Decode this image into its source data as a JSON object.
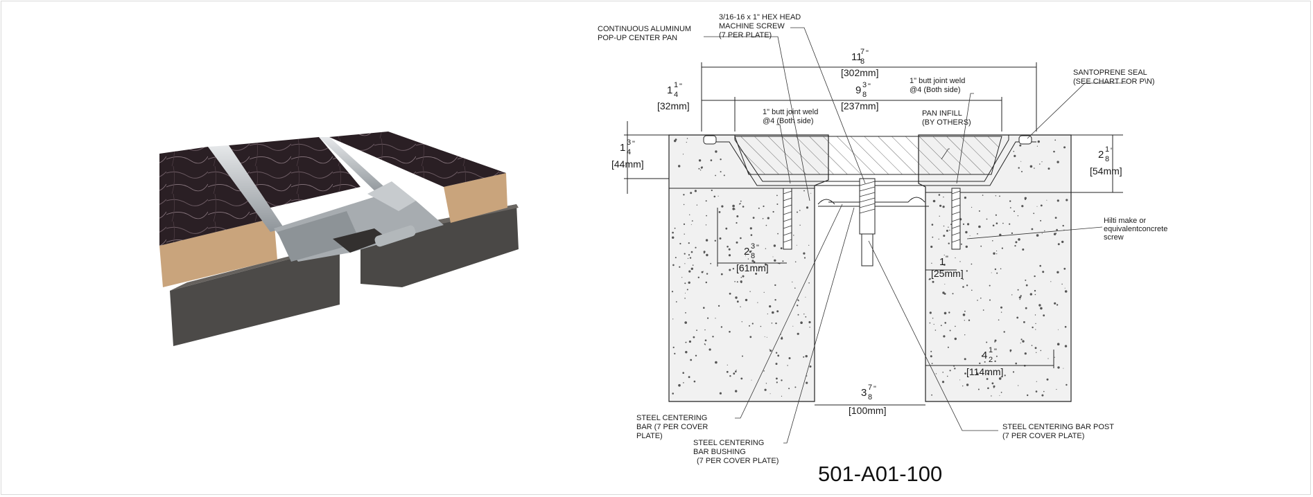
{
  "product_code": "501-A01-100",
  "labels": {
    "center_pan": [
      "CONTINUOUS ALUMINUM",
      "POP-UP CENTER PAN"
    ],
    "screw": [
      "3/16-16 x 1\" HEX HEAD",
      "MACHINE SCREW",
      "(7 PER PLATE)"
    ],
    "seal": [
      "SANTOPRENE SEAL",
      "(SEE CHART FOR P\\N)"
    ],
    "weld_left": [
      "1\" butt joint weld",
      "@4 (Both side)"
    ],
    "weld_right": [
      "1\" butt joint weld",
      "@4 (Both side)"
    ],
    "pan_infill": [
      "PAN INFILL",
      "(BY OTHERS)"
    ],
    "hilti": [
      "Hilti make or",
      "equivalentconcrete",
      "screw"
    ],
    "centering_bar": [
      "STEEL CENTERING",
      "BAR  (7 PER COVER",
      "PLATE)"
    ],
    "bushing": [
      "STEEL CENTERING",
      "BAR BUSHING",
      "(7 PER COVER PLATE)"
    ],
    "bar_post": [
      "STEEL CENTERING  BAR POST",
      "(7 PER COVER PLATE)"
    ]
  },
  "dimensions": {
    "overall": {
      "whole": "11",
      "num": "7",
      "den": "8",
      "inch": "\"",
      "mm": "[302mm]"
    },
    "pan": {
      "whole": "9",
      "num": "3",
      "den": "8",
      "inch": "\"",
      "mm": "[237mm]"
    },
    "flange": {
      "whole": "1",
      "num": "1",
      "den": "4",
      "inch": "\"",
      "mm": "[32mm]"
    },
    "depth_left": {
      "whole": "1",
      "num": "3",
      "den": "4",
      "inch": "\"",
      "mm": "[44mm]"
    },
    "depth_right": {
      "whole": "2",
      "num": "1",
      "den": "8",
      "inch": "\"",
      "mm": "[54mm]"
    },
    "anchor_left": {
      "whole": "2",
      "num": "3",
      "den": "8",
      "inch": "\"",
      "mm": "[61mm]"
    },
    "anchor_right": {
      "whole": "1",
      "num": "",
      "den": "",
      "inch": "\"",
      "mm": "[25mm]"
    },
    "edge_right": {
      "whole": "4",
      "num": "1",
      "den": "2",
      "inch": "\"",
      "mm": "[114mm]"
    },
    "gap": {
      "whole": "3",
      "num": "7",
      "den": "8",
      "inch": "\"",
      "mm": "[100mm]"
    }
  }
}
